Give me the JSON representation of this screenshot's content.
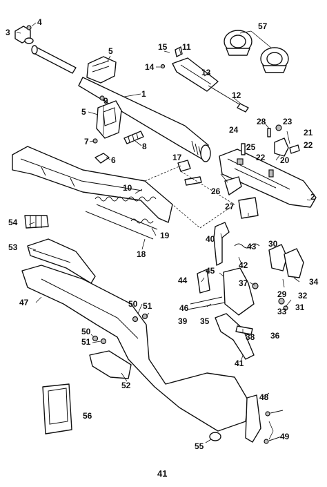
{
  "page_number": "41",
  "callouts": {
    "c1": "1",
    "c2": "2",
    "c3": "3",
    "c4": "4",
    "c5a": "5",
    "c5b": "5",
    "c6": "6",
    "c7": "7",
    "c8": "8",
    "c9": "9",
    "c10": "10",
    "c11": "11",
    "c12": "12",
    "c13": "13",
    "c14": "14",
    "c15": "15",
    "c17": "17",
    "c18": "18",
    "c19": "19",
    "c20": "20",
    "c21": "21",
    "c22a": "22",
    "c22b": "22",
    "c23": "23",
    "c24": "24",
    "c25": "25",
    "c26": "26",
    "c27": "27",
    "c28": "28",
    "c29": "29",
    "c30": "30",
    "c31": "31",
    "c32": "32",
    "c33": "33",
    "c34": "34",
    "c35": "35",
    "c36": "36",
    "c37": "37",
    "c38": "38",
    "c39": "39",
    "c40": "40",
    "c41": "41",
    "c42": "42",
    "c43": "43",
    "c44": "44",
    "c45": "45",
    "c46": "46",
    "c47": "47",
    "c48": "48",
    "c49": "49",
    "c50a": "50",
    "c50b": "50",
    "c51a": "51",
    "c51b": "51",
    "c52": "52",
    "c53": "53",
    "c54": "54",
    "c55": "55",
    "c56": "56",
    "c57": "57"
  }
}
